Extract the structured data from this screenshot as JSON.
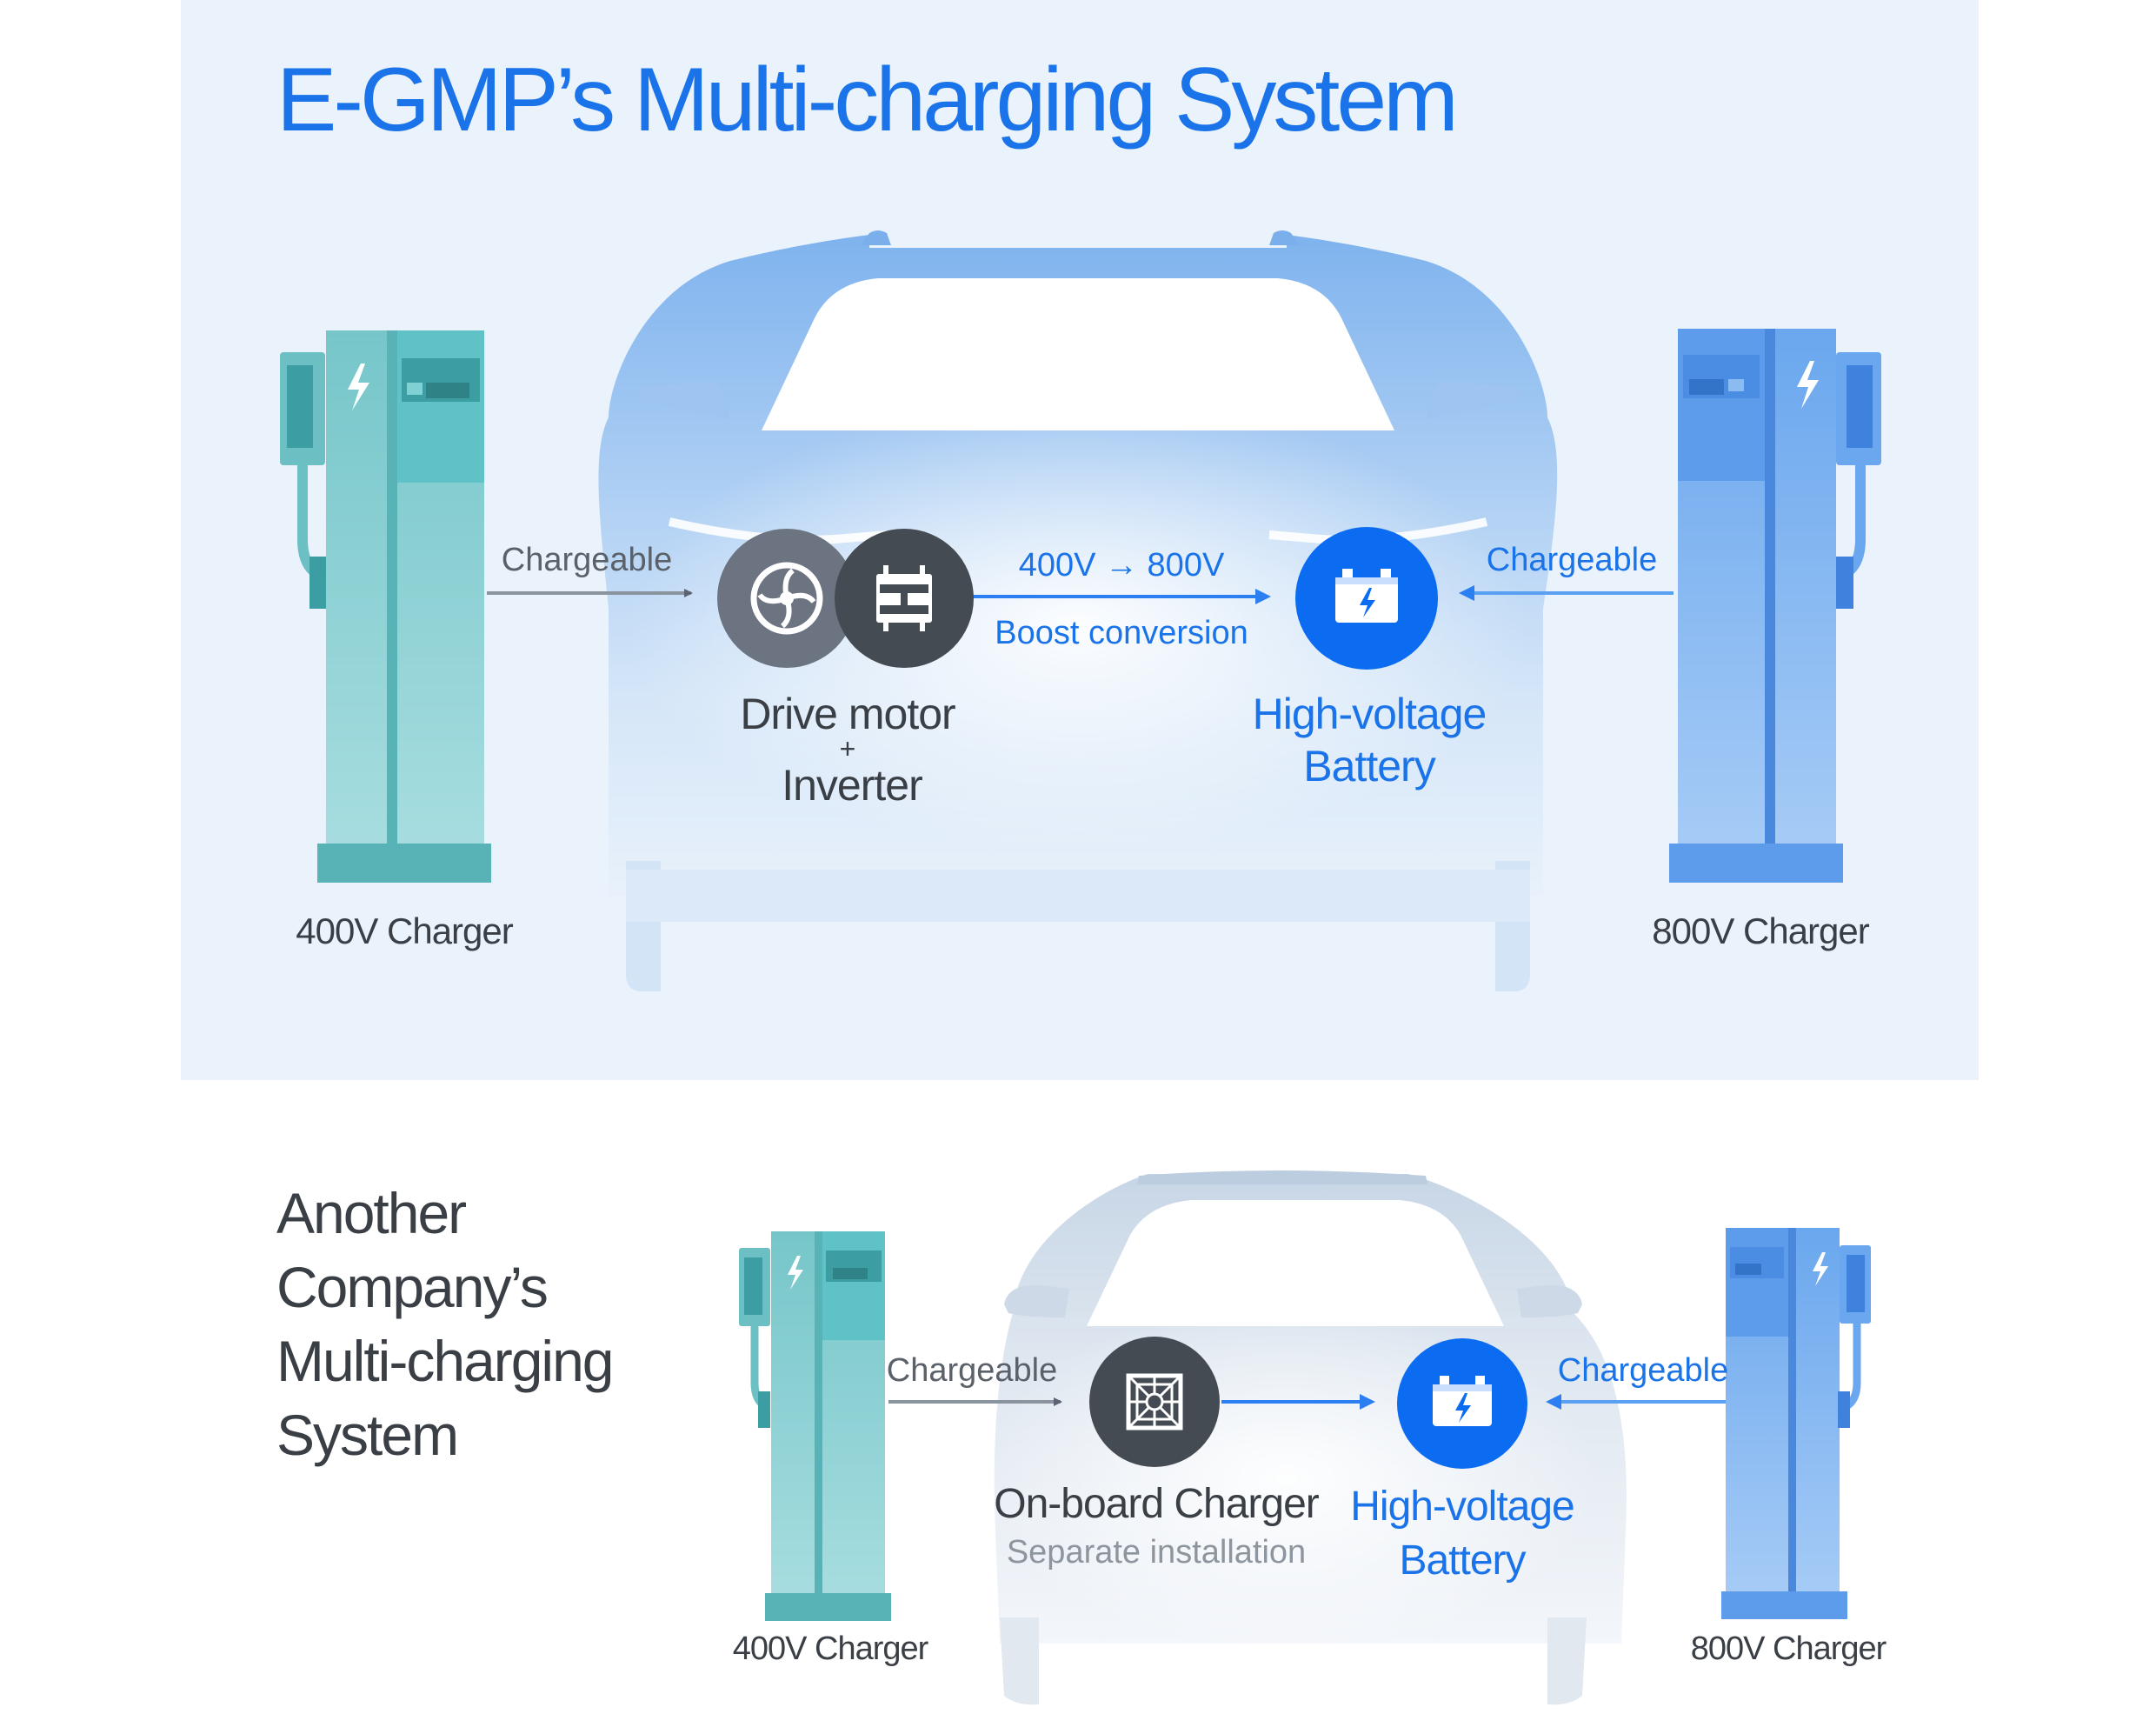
{
  "top": {
    "title": "E-GMP’s Multi-charging System",
    "left_charger_label": "400V Charger",
    "right_charger_label": "800V Charger",
    "left_arrow_label": "Chargeable",
    "right_arrow_label": "Chargeable",
    "conversion_voltage": "400V → 800V",
    "conversion_label": "Boost conversion",
    "component_line1": "Drive motor",
    "component_plus": "+",
    "component_line2": "Inverter",
    "battery_line1": "High-voltage",
    "battery_line2": "Battery"
  },
  "bottom": {
    "title_lines": [
      "Another",
      "Company’s",
      "Multi-charging",
      "System"
    ],
    "left_charger_label": "400V Charger",
    "right_charger_label": "800V Charger",
    "left_arrow_label": "Chargeable",
    "right_arrow_label": "Chargeable",
    "component_label": "On-board Charger",
    "component_note": "Separate installation",
    "battery_line1": "High-voltage",
    "battery_line2": "Battery"
  },
  "colors": {
    "title_blue": "#1a73e8",
    "top_background": "#eaf3fc",
    "teal_charger": "#8fd0d3",
    "blue_charger": "#6aa7ee",
    "battery_blue": "#0b6cf2",
    "dark_icon": "#4a4f56",
    "text_dark": "#3a3f45",
    "text_blue": "#1a73e8"
  },
  "icons": [
    "bolt-icon",
    "fan-icon",
    "inverter-icon",
    "battery-icon",
    "charger-grid-icon"
  ]
}
